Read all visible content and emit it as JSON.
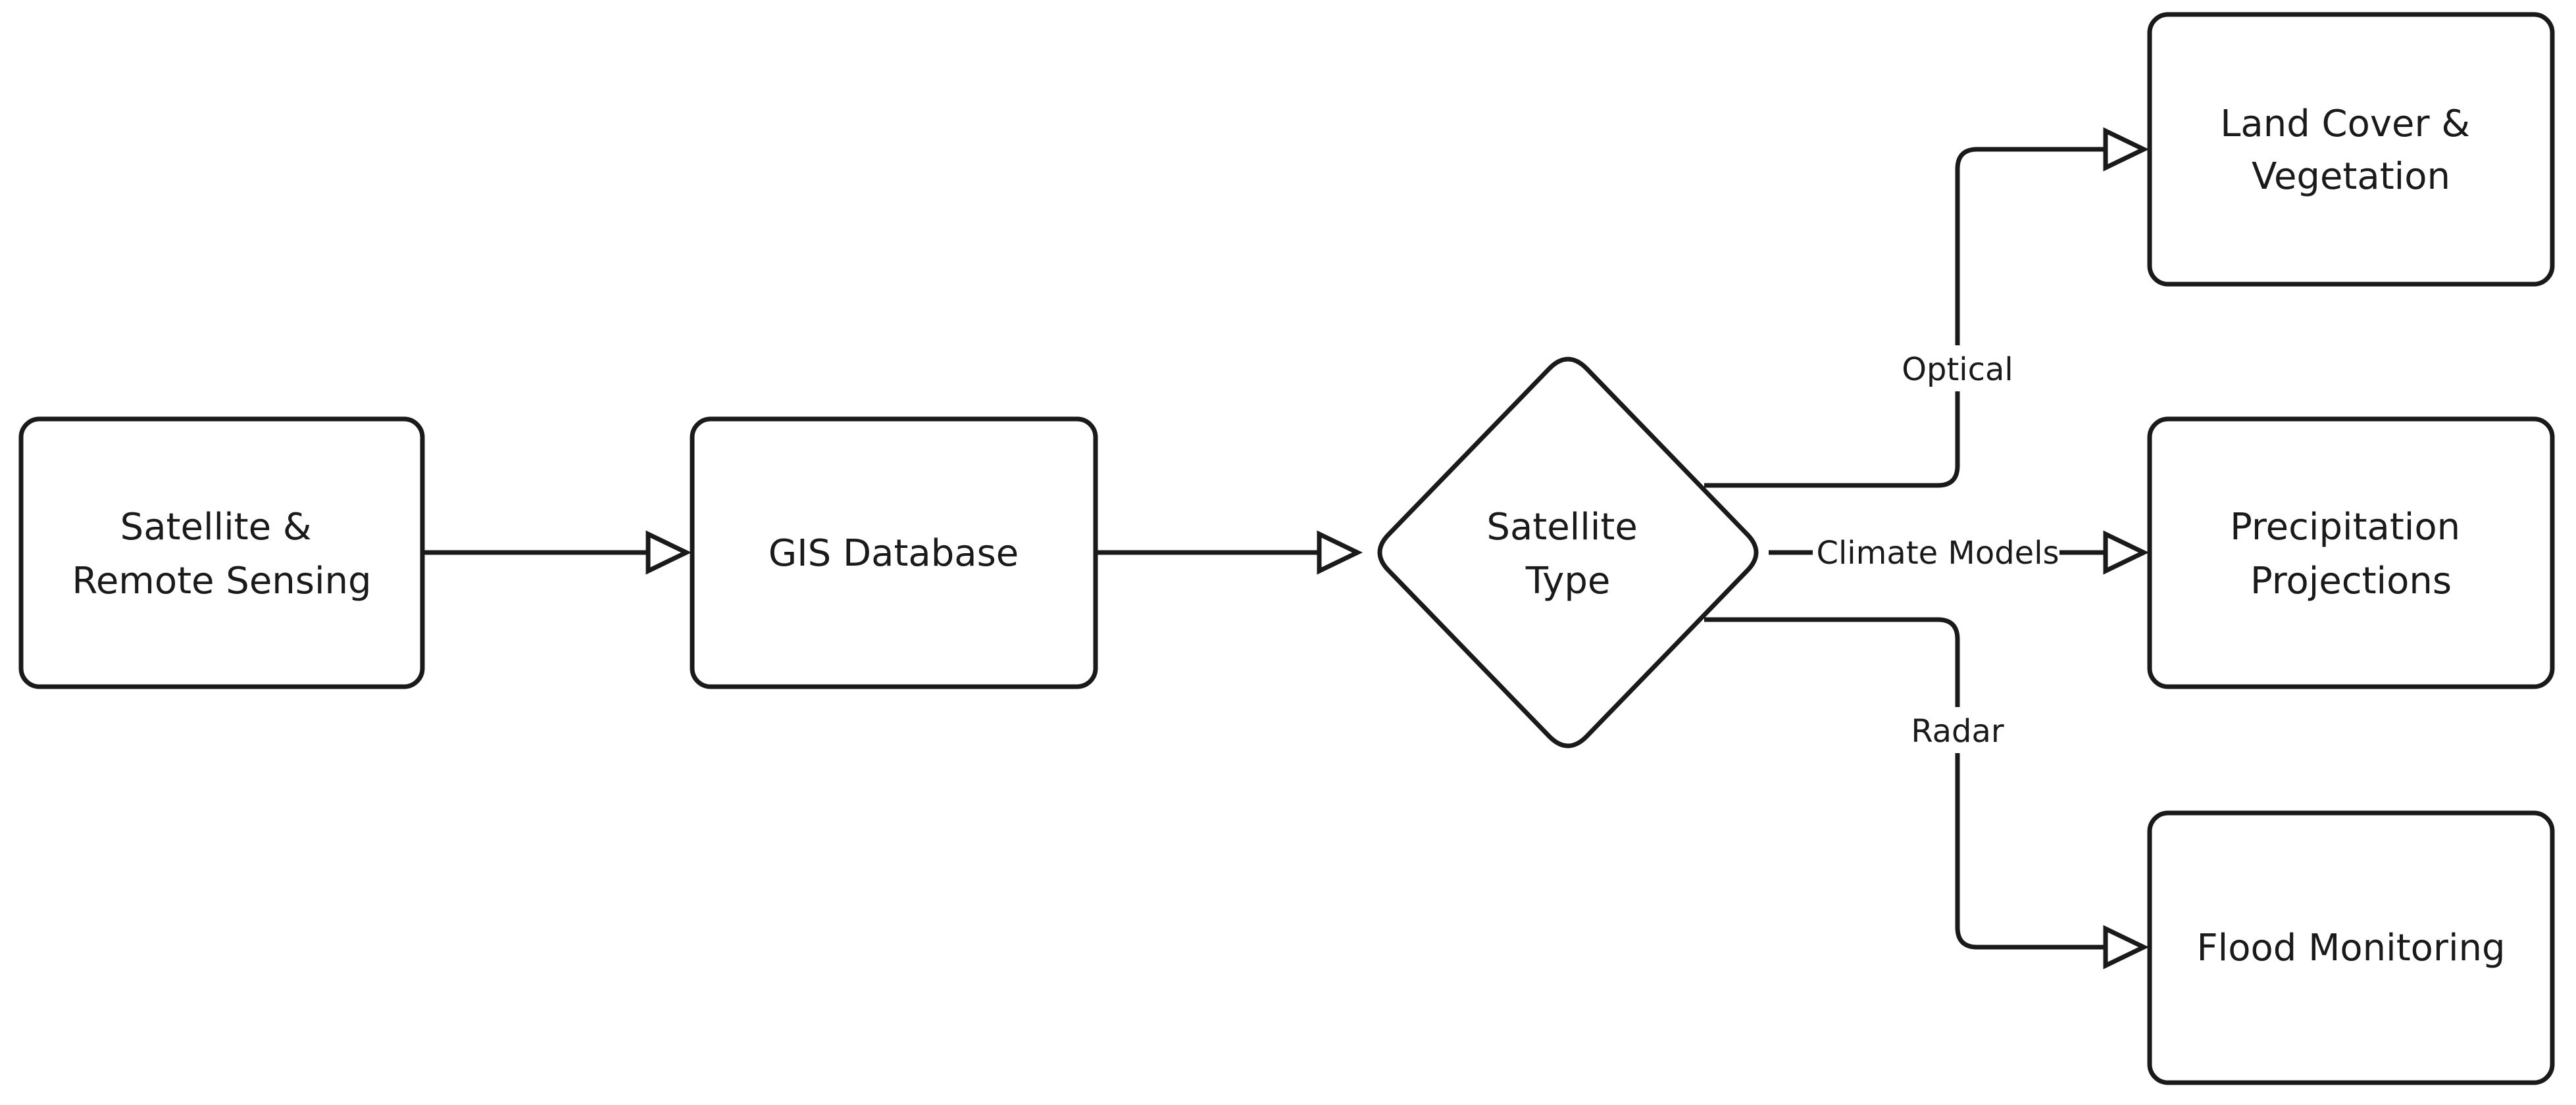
{
  "diagram": {
    "nodes": {
      "satellite_remote_sensing": {
        "lines": [
          "Satellite &",
          "Remote Sensing"
        ]
      },
      "gis_database": {
        "lines": [
          "GIS Database"
        ]
      },
      "satellite_type": {
        "lines": [
          "Satellite",
          "Type"
        ]
      },
      "land_cover": {
        "lines": [
          "Land Cover &",
          "Vegetation"
        ]
      },
      "precipitation": {
        "lines": [
          "Precipitation",
          "Projections"
        ]
      },
      "flood_monitoring": {
        "lines": [
          "Flood Monitoring"
        ]
      }
    },
    "edges": {
      "optical": {
        "label": "Optical"
      },
      "climate_models": {
        "label": "Climate Models"
      },
      "radar": {
        "label": "Radar"
      }
    }
  }
}
